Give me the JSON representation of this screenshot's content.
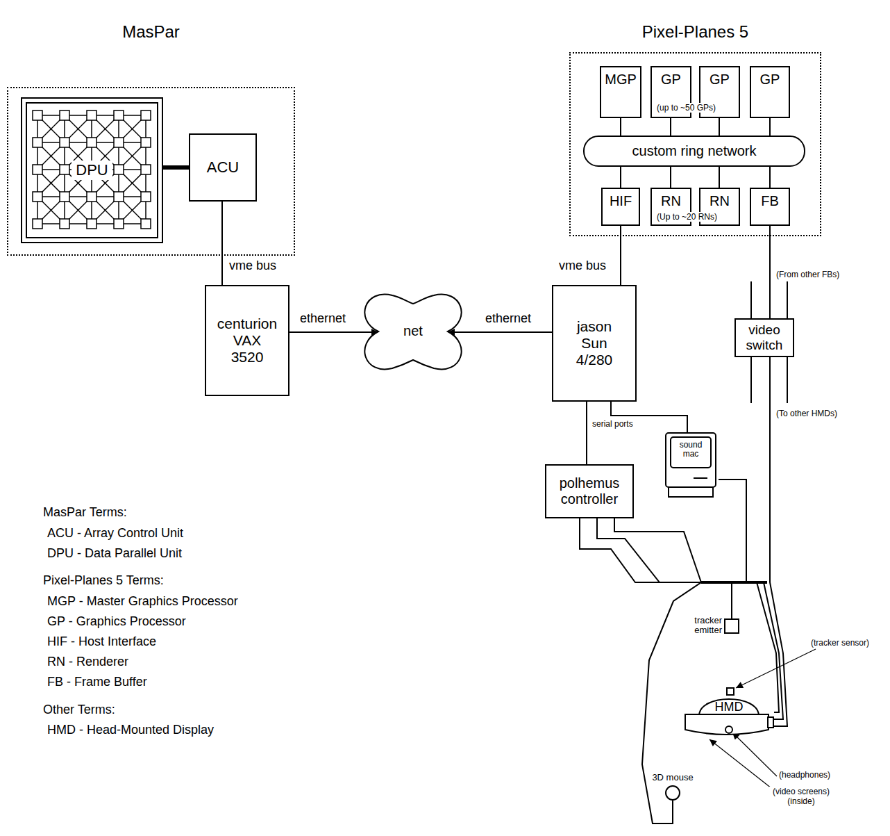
{
  "diagram": {
    "nodes": [
      {
        "text": [
          "MasPar"
        ]
      },
      {
        "text": [
          "DPU"
        ],
        "in": 0
      },
      {
        "text": [
          "ACU"
        ],
        "in": 0
      },
      {
        "text": [
          "Pixel-Planes 5"
        ]
      },
      {
        "text": [
          "MGP"
        ],
        "in": 3
      },
      {
        "text": [
          "GP"
        ],
        "in": 3
      },
      {
        "text": [
          "GP"
        ],
        "in": 3
      },
      {
        "text": [
          "GP"
        ],
        "in": 3
      },
      {
        "text": [
          "custom ring network"
        ],
        "in": 3
      },
      {
        "text": [
          "HIF"
        ],
        "in": 3
      },
      {
        "text": [
          "RN"
        ],
        "in": 3
      },
      {
        "text": [
          "RN"
        ],
        "in": 3
      },
      {
        "text": [
          "FB"
        ],
        "in": 3
      },
      {
        "text": [
          "centurion VAX 3520"
        ]
      },
      {
        "text": [
          "net"
        ]
      },
      {
        "text": [
          "jason Sun 4/280"
        ]
      },
      {
        "text": [
          "video switch"
        ]
      },
      {
        "text": [
          "sound mac"
        ]
      },
      {
        "text": [
          "polhemus controller"
        ]
      },
      {
        "text": [
          "tracker emitter"
        ]
      },
      {
        "text": [
          "HMD"
        ]
      },
      {
        "text": [
          "3D mouse"
        ]
      }
    ],
    "edges": [
      {
        "from": 1,
        "to": 2,
        "arrow": "none"
      },
      {
        "from": 2,
        "to": 13,
        "label": "vme bus",
        "arrow": "none"
      },
      {
        "from": 13,
        "to": 14,
        "label": "ethernet",
        "arrow": "to"
      },
      {
        "from": 15,
        "to": 14,
        "label": "ethernet",
        "arrow": "to"
      },
      {
        "from": 4,
        "to": 8,
        "arrow": "none"
      },
      {
        "from": 5,
        "to": 8,
        "arrow": "none"
      },
      {
        "from": 6,
        "to": 8,
        "arrow": "none"
      },
      {
        "from": 7,
        "to": 8,
        "arrow": "none"
      },
      {
        "from": 8,
        "to": 9,
        "arrow": "none"
      },
      {
        "from": 8,
        "to": 10,
        "arrow": "none"
      },
      {
        "from": 8,
        "to": 11,
        "arrow": "none"
      },
      {
        "from": 8,
        "to": 12,
        "arrow": "none"
      },
      {
        "from": 9,
        "to": 15,
        "label": "vme bus",
        "arrow": "none"
      },
      {
        "from": 12,
        "to": 16,
        "arrow": "none"
      },
      {
        "from": 16,
        "to": 20,
        "arrow": "none"
      },
      {
        "from": 15,
        "to": 18,
        "label": "serial ports",
        "arrow": "none"
      },
      {
        "from": 15,
        "to": 17,
        "arrow": "none"
      },
      {
        "from": 18,
        "to": 19,
        "arrow": "none"
      },
      {
        "from": 18,
        "to": 20,
        "arrow": "none"
      },
      {
        "from": 18,
        "to": 21,
        "arrow": "none"
      },
      {
        "from": 17,
        "to": 20,
        "arrow": "none"
      }
    ],
    "labels": [
      "(up to ~50 GPs)",
      "(Up to ~20 RNs)",
      "(From other FBs)",
      "(To other HMDs)",
      "(tracker sensor)",
      "(headphones)",
      "(video screens) (inside)",
      "MasPar Terms:",
      "ACU - Array Control Unit",
      "DPU - Data Parallel Unit",
      "Pixel-Planes 5 Terms:",
      "MGP - Master Graphics Processor",
      "GP - Graphics Processor",
      "HIF - Host Interface",
      "RN - Renderer",
      "FB - Frame Buffer",
      "Other Terms:",
      "HMD - Head-Mounted Display"
    ]
  }
}
